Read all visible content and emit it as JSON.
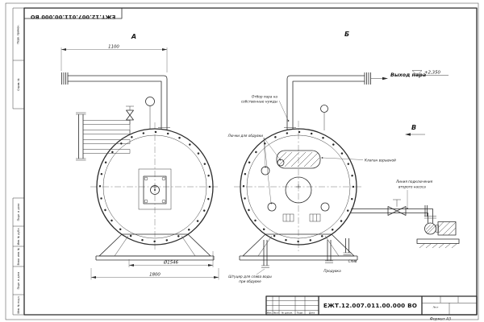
{
  "sheet": {
    "designation": "ЕЖТ.12.007.011.00.000 ВО",
    "format": "Формат А3",
    "stamp_header": [
      "Изм.",
      "Лист",
      "№ докум.",
      "Подп.",
      "Дата"
    ],
    "sheet_label": "Лист",
    "margin_labels": [
      "Перв. примен.",
      "Справ. №",
      "Подп. и дата",
      "Инв. № дубл.",
      "Взам. инв. №",
      "Подп. и дата",
      "Инв. № подл."
    ]
  },
  "views": {
    "a": "А",
    "b": "Б",
    "v": "В"
  },
  "dimensions": {
    "top_width": "1100",
    "shell_diameter": "Ø1546",
    "base_width": "1800"
  },
  "annotations": {
    "steam_outlet": "Выход пара",
    "level_mark": "+2,350",
    "steam_own_needs": [
      "Отбор пара на",
      "собственные нужды"
    ],
    "blow_hatches": "Лючки для обдувки",
    "explosion_valve": "Клапан взрывной",
    "second_pump_line": [
      "Линия подключения",
      "второго насоса"
    ],
    "drain": "Слив",
    "blowdown": "Продувка",
    "sludge_fitting": [
      "Штуцер для слива воды",
      "при обдувке"
    ]
  }
}
